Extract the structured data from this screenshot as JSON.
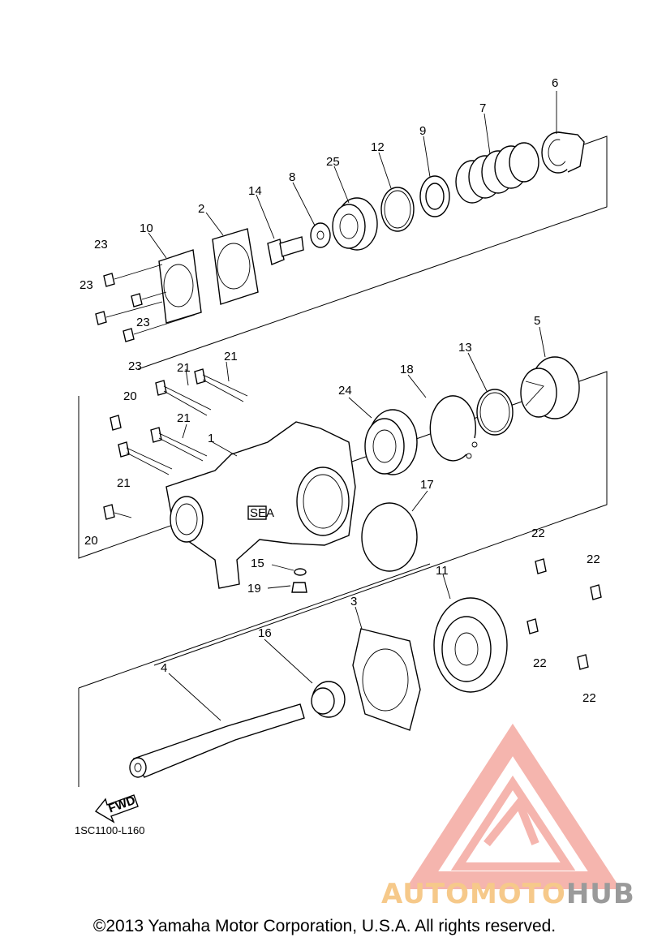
{
  "diagram": {
    "callouts": [
      "1",
      "2",
      "3",
      "4",
      "5",
      "6",
      "7",
      "8",
      "9",
      "10",
      "11",
      "12",
      "13",
      "14",
      "15",
      "16",
      "17",
      "18",
      "19",
      "20",
      "20",
      "21",
      "21",
      "21",
      "21",
      "22",
      "22",
      "22",
      "22",
      "23",
      "23",
      "23",
      "23",
      "24",
      "25"
    ],
    "drawing_code": "1SC1100-L160",
    "fwd_label": "FWD",
    "housing_mark": "SEA",
    "copyright": "©2013 Yamaha Motor Corporation, U.S.A. All rights reserved."
  },
  "watermark": {
    "brand_part1": "AUTOMOTO",
    "brand_part2": "HUB",
    "color_primary": "#f4a9a0",
    "color_accent": "#f6c98a",
    "color_secondary": "#9a9a9a"
  }
}
